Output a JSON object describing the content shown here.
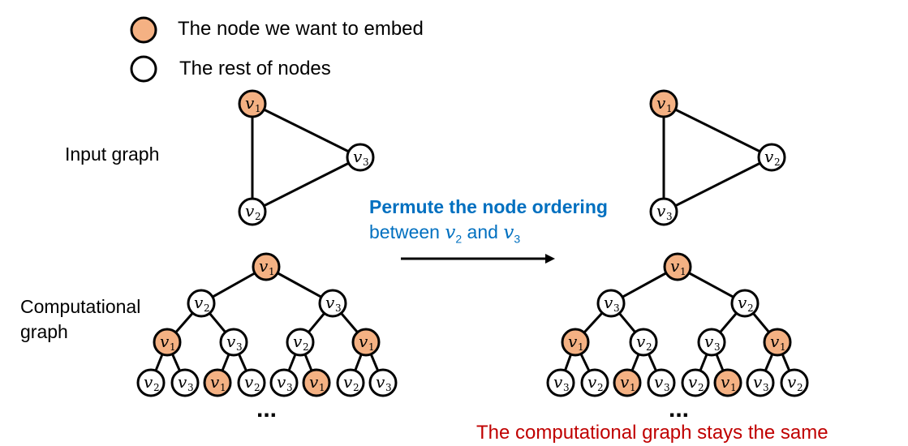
{
  "legend": [
    {
      "label": "The node we want to embed",
      "color": "#f4b183"
    },
    {
      "label": "The rest of nodes",
      "color": "#ffffff"
    }
  ],
  "labels": {
    "input_graph": "Input graph",
    "computational_graph_line1": "Computational",
    "computational_graph_line2": "graph",
    "permute_title": "Permute the node ordering",
    "permute_sub_prefix": "between",
    "permute_sub_a": "v",
    "permute_sub_a_idx": "2",
    "permute_sub_and": "and",
    "permute_sub_b": "v",
    "permute_sub_b_idx": "3",
    "ellipsis": "...",
    "conclusion": "The computational graph stays the same"
  },
  "colors": {
    "target": "#f4b183",
    "other": "#ffffff",
    "accent_blue": "#0070c0",
    "accent_red": "#c00000"
  },
  "input_graph_left": {
    "nodes": [
      "1",
      "2",
      "3"
    ],
    "edges": [
      [
        "1",
        "2"
      ],
      [
        "1",
        "3"
      ],
      [
        "2",
        "3"
      ]
    ]
  },
  "input_graph_right": {
    "nodes": [
      "1",
      "2",
      "3"
    ],
    "edges": [
      [
        "1",
        "3"
      ],
      [
        "1",
        "2"
      ],
      [
        "3",
        "2"
      ]
    ]
  },
  "tree_left": {
    "root": "1",
    "level1": [
      "2",
      "3"
    ],
    "level2": [
      "1",
      "3",
      "2",
      "1"
    ],
    "leaves": [
      "2",
      "3",
      "1",
      "2",
      "3",
      "1",
      "2",
      "3"
    ]
  },
  "tree_right": {
    "root": "1",
    "level1": [
      "3",
      "2"
    ],
    "level2": [
      "1",
      "2",
      "3",
      "1"
    ],
    "leaves": [
      "3",
      "2",
      "1",
      "3",
      "2",
      "1",
      "3",
      "2"
    ]
  },
  "target_node": "1"
}
